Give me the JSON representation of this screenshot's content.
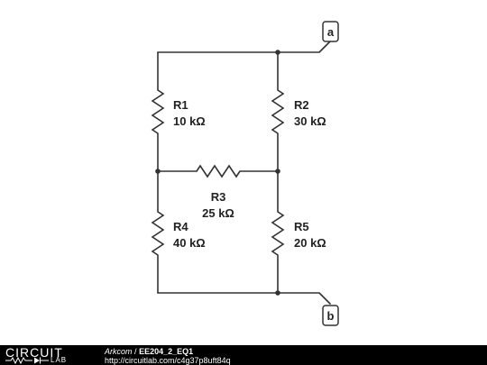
{
  "schematic": {
    "resistors": [
      {
        "name": "R1",
        "value": "10 kΩ"
      },
      {
        "name": "R2",
        "value": "30 kΩ"
      },
      {
        "name": "R3",
        "value": "25 kΩ"
      },
      {
        "name": "R4",
        "value": "40 kΩ"
      },
      {
        "name": "R5",
        "value": "20 kΩ"
      }
    ],
    "terminals": [
      {
        "label": "a"
      },
      {
        "label": "b"
      }
    ]
  },
  "footer": {
    "logo_top": "CIRCUIT",
    "logo_bottom": "LAB",
    "author": "Arkcom",
    "separator": "/",
    "title": "EE204_2_EQ1",
    "url": "http://circuitlab.com/c4g37p8uft84q"
  }
}
